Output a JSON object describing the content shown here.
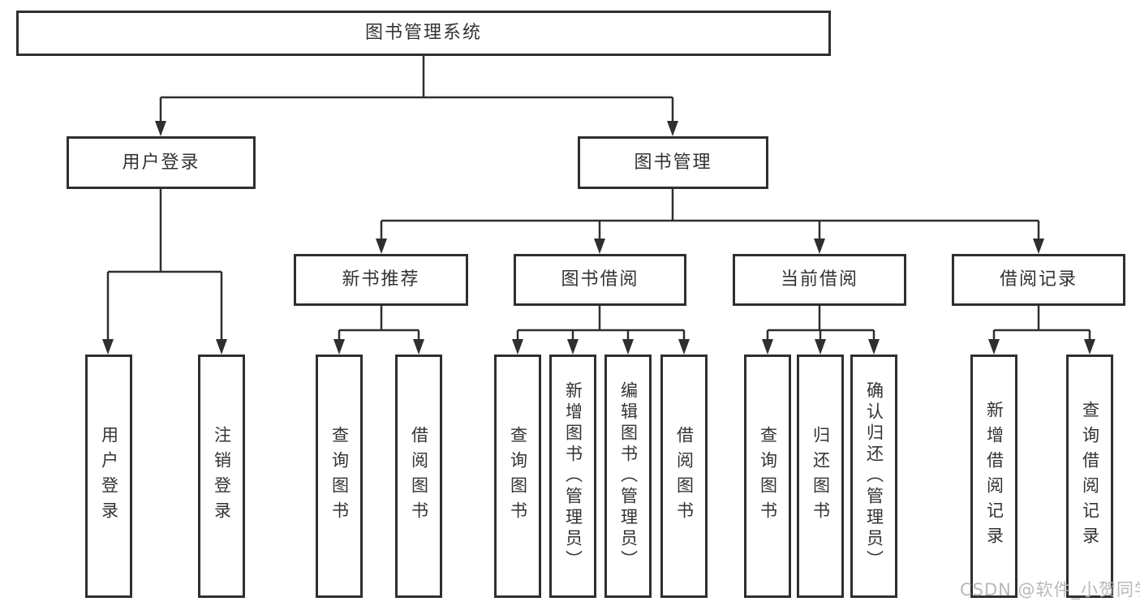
{
  "diagram": {
    "root": {
      "label": "图书管理系统"
    },
    "branches": [
      {
        "label": "用户登录",
        "children": [
          {
            "label": "用户登录"
          },
          {
            "label": "注销登录"
          }
        ]
      },
      {
        "label": "图书管理",
        "children": [
          {
            "label": "新书推荐",
            "children": [
              {
                "label": "查询图书"
              },
              {
                "label": "借阅图书"
              }
            ]
          },
          {
            "label": "图书借阅",
            "children": [
              {
                "label": "查询图书"
              },
              {
                "label": "新增图书（管理员）"
              },
              {
                "label": "编辑图书（管理员）"
              },
              {
                "label": "借阅图书"
              }
            ]
          },
          {
            "label": "当前借阅",
            "children": [
              {
                "label": "查询图书"
              },
              {
                "label": "归还图书"
              },
              {
                "label": "确认归还（管理员）"
              }
            ]
          },
          {
            "label": "借阅记录",
            "children": [
              {
                "label": "新增借阅记录"
              },
              {
                "label": "查询借阅记录"
              }
            ]
          }
        ]
      }
    ]
  },
  "watermark": {
    "text": "CSDN @软件_小贺同学"
  },
  "colors": {
    "line": "#2f2f2f",
    "box_border": "#2f2f2f",
    "text": "#333333",
    "background": "#ffffff",
    "watermark": "#b9b9b9"
  }
}
